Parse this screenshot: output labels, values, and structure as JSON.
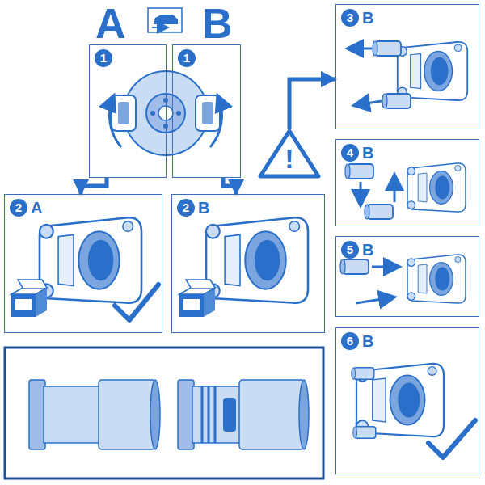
{
  "diagram": {
    "nodes": [
      {
        "text": [
          "1"
        ]
      },
      {
        "text": [
          "1"
        ]
      },
      {
        "text": [
          "2",
          "A"
        ]
      },
      {
        "text": [
          "2",
          "B"
        ]
      },
      {
        "text": [
          "!"
        ]
      },
      {
        "text": [
          "3",
          "B"
        ]
      },
      {
        "text": [
          "4",
          "B"
        ]
      },
      {
        "text": [
          "5",
          "B"
        ]
      },
      {
        "text": [
          "6",
          "B"
        ]
      }
    ],
    "edges": [
      {
        "from": 0,
        "to": 2,
        "arrow": "to"
      },
      {
        "from": 1,
        "to": 3,
        "arrow": "to"
      },
      {
        "from": 4,
        "to": 5,
        "arrow": "to"
      }
    ],
    "labels": [
      "A",
      "B"
    ]
  }
}
